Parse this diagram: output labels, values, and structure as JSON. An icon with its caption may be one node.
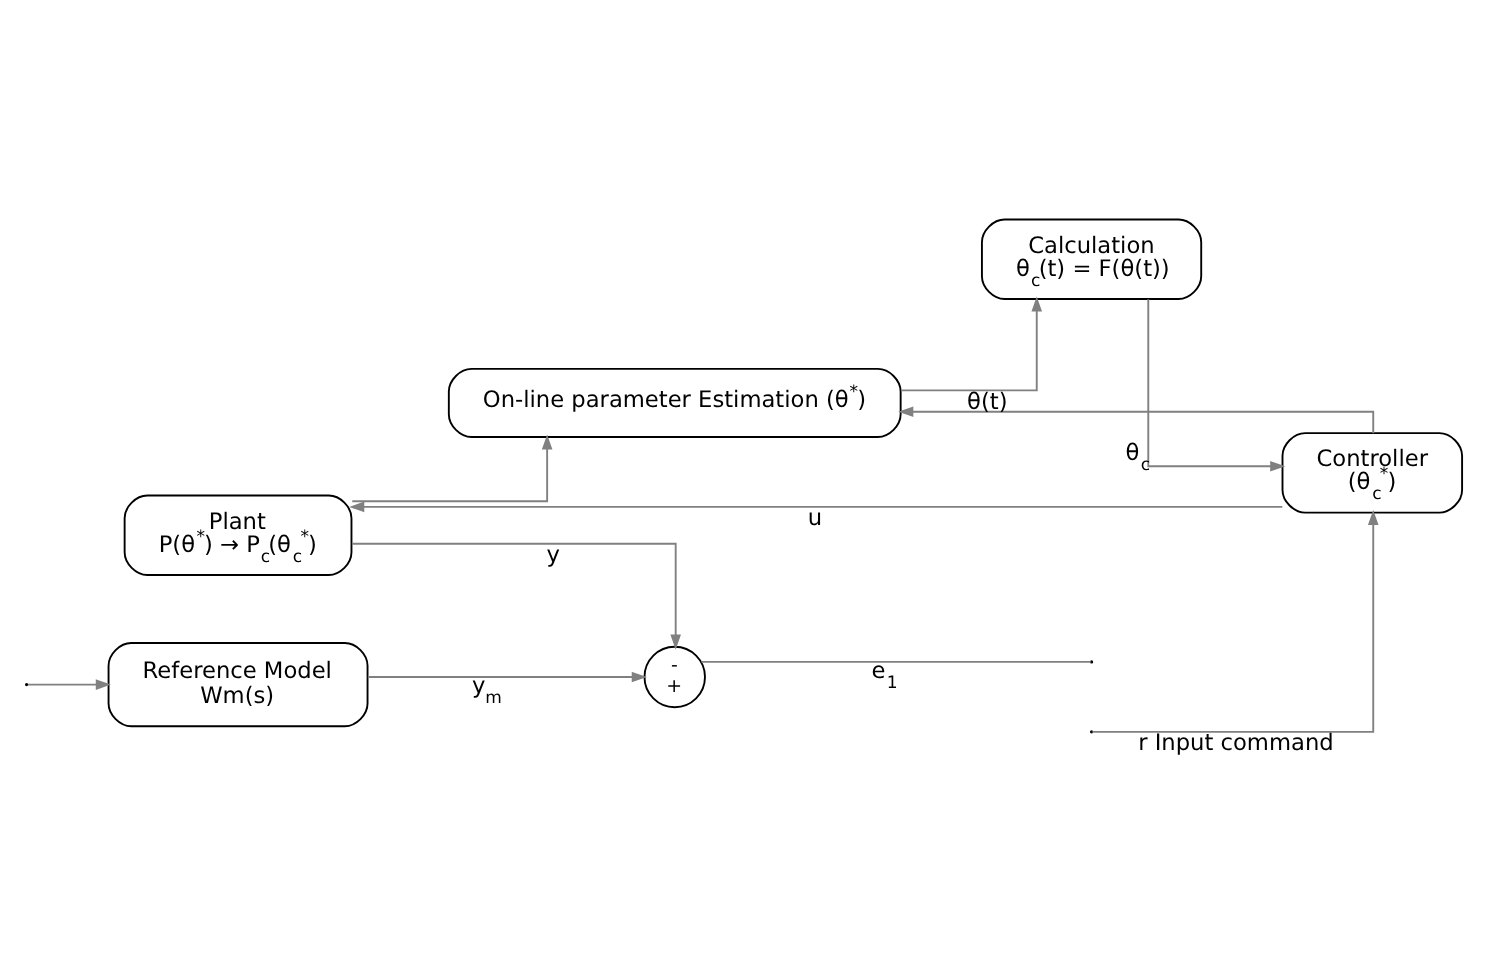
{
  "diagram": {
    "nodes": [
      {
        "text": [
          "Reference Model",
          "Wm(s)"
        ]
      },
      {
        "text": [
          "-",
          "+"
        ]
      },
      {
        "text": [
          "Controller",
          "(θ$_{c}$$^{*}$)"
        ]
      },
      {
        "text": [
          "Plant",
          "P(θ$^{*}$) → P$_{c}$(θ$_{c}$$^{*}$)"
        ]
      },
      {
        "text": [
          "On-line parameter Estimation (θ$^{*}$)"
        ]
      },
      {
        "text": [
          "Calculation",
          "θ$_{c}$(t) = F(θ(t))"
        ]
      }
    ],
    "edges": [
      {
        "from": null,
        "to": 2,
        "arrow": "to",
        "label": "r Input command"
      },
      {
        "from": null,
        "to": 0,
        "arrow": "to"
      },
      {
        "from": 0,
        "to": 1,
        "arrow": "to",
        "label": "y$_{m}$"
      },
      {
        "from": 2,
        "to": 3,
        "arrow": "to",
        "label": "u"
      },
      {
        "from": 2,
        "to": 4,
        "arrow": "to"
      },
      {
        "from": 3,
        "to": 1,
        "arrow": "to",
        "label": "y"
      },
      {
        "from": 3,
        "to": 4,
        "arrow": "to"
      },
      {
        "from": 4,
        "to": 5,
        "arrow": "to",
        "label": "θ(t)"
      },
      {
        "from": 5,
        "to": 2,
        "arrow": "to",
        "label": "θ$_{c}$"
      },
      {
        "from": 1,
        "to": null,
        "arrow": "none",
        "label": "e$_{1}$"
      }
    ]
  }
}
